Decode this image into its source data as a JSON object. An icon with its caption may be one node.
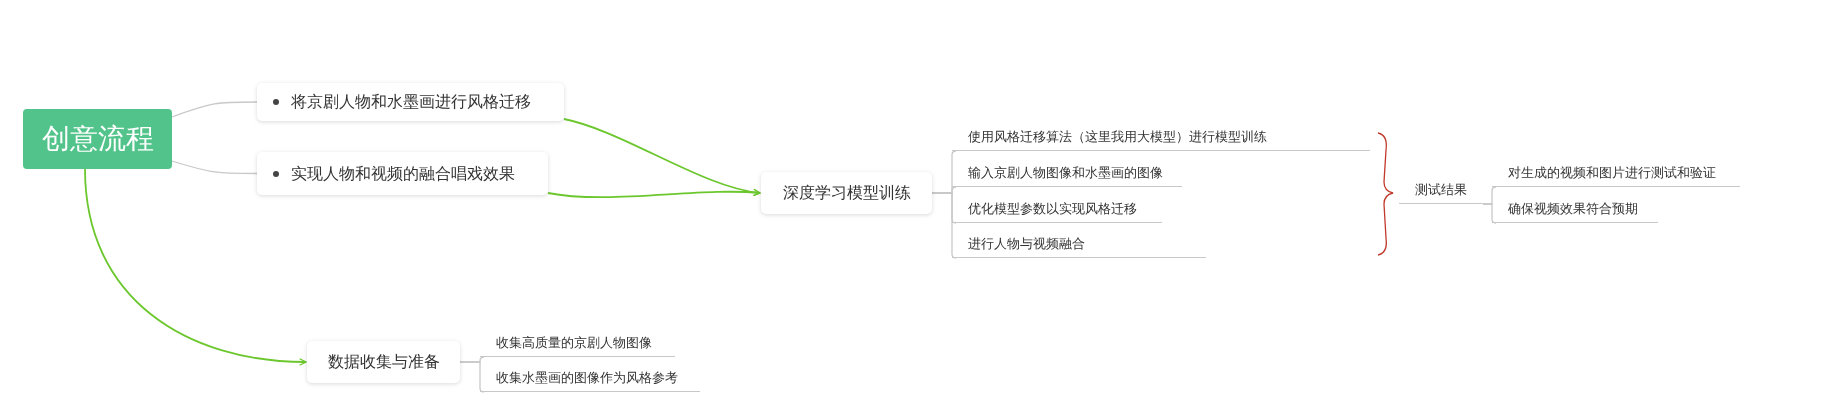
{
  "diagram": {
    "nodes": [
      {
        "text": [
          "创意流程"
        ]
      },
      {
        "text": [
          "将京剧人物和水墨画进行风格迁移"
        ]
      },
      {
        "text": [
          "实现人物和视频的融合唱戏效果"
        ]
      },
      {
        "text": [
          "深度学习模型训练"
        ]
      },
      {
        "text": [
          "使用风格迁移算法（这里我用大模型）进行模型训练"
        ]
      },
      {
        "text": [
          "输入京剧人物图像和水墨画的图像"
        ]
      },
      {
        "text": [
          "优化模型参数以实现风格迁移"
        ]
      },
      {
        "text": [
          "进行人物与视频融合"
        ]
      },
      {
        "text": [
          "测试结果"
        ]
      },
      {
        "text": [
          "对生成的视频和图片进行测试和验证"
        ]
      },
      {
        "text": [
          "确保视频效果符合预期"
        ]
      },
      {
        "text": [
          "数据收集与准备"
        ]
      },
      {
        "text": [
          "收集高质量的京剧人物图像"
        ]
      },
      {
        "text": [
          "收集水墨画的图像作为风格参考"
        ]
      }
    ],
    "edges": [
      {
        "from": 0,
        "to": 1,
        "arrow": "none"
      },
      {
        "from": 0,
        "to": 2,
        "arrow": "none"
      },
      {
        "from": 1,
        "to": 3,
        "arrow": "to",
        "color": "#6cc72e"
      },
      {
        "from": 2,
        "to": 3,
        "arrow": "to",
        "color": "#6cc72e"
      },
      {
        "from": 0,
        "to": 11,
        "arrow": "to",
        "color": "#6cc72e"
      },
      {
        "from": 3,
        "to": 4,
        "arrow": "none"
      },
      {
        "from": 3,
        "to": 5,
        "arrow": "none"
      },
      {
        "from": 3,
        "to": 6,
        "arrow": "none"
      },
      {
        "from": 3,
        "to": 7,
        "arrow": "none"
      },
      {
        "from": 8,
        "to": 9,
        "arrow": "none"
      },
      {
        "from": 8,
        "to": 10,
        "arrow": "none"
      },
      {
        "from": 11,
        "to": 12,
        "arrow": "none"
      },
      {
        "from": 11,
        "to": 13,
        "arrow": "none"
      }
    ]
  }
}
